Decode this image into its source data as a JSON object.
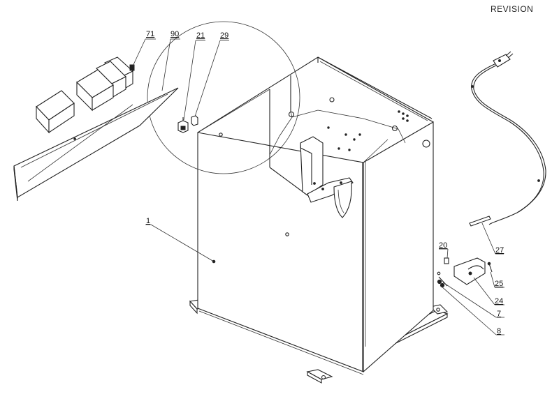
{
  "header": {
    "revision": "REVISION"
  },
  "callouts": [
    {
      "id": "c71",
      "text": "71"
    },
    {
      "id": "c90",
      "text": "90"
    },
    {
      "id": "c21",
      "text": "21"
    },
    {
      "id": "c29",
      "text": "29"
    },
    {
      "id": "c1",
      "text": "1"
    },
    {
      "id": "c20",
      "text": "20"
    },
    {
      "id": "c27",
      "text": "27"
    },
    {
      "id": "c25",
      "text": "25"
    },
    {
      "id": "c24",
      "text": "24"
    },
    {
      "id": "c7",
      "text": "7"
    },
    {
      "id": "c8",
      "text": "8"
    }
  ]
}
